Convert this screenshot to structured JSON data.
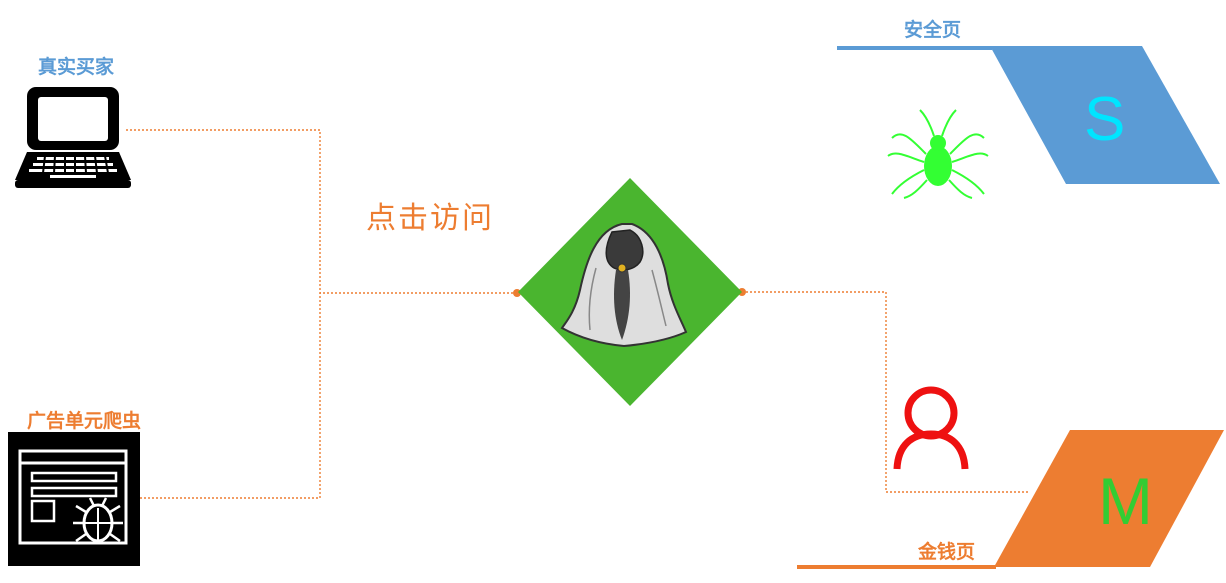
{
  "labels": {
    "real_buyer": "真实买家",
    "ad_crawler": "广告单元爬虫",
    "click_visit": "点击访问",
    "safe_page": "安全页",
    "money_page": "金钱页"
  },
  "pages": {
    "safe_letter": "S",
    "money_letter": "M"
  },
  "colors": {
    "blue": "#5b9bd5",
    "orange": "#ed7d31",
    "green_diamond": "#4ab52f",
    "spider": "#33ff33",
    "person": "#ee1111",
    "safe_letter": "#00e5ff",
    "money_letter": "#33cc33"
  },
  "icons": [
    "laptop-icon",
    "crawler-browser-icon",
    "cloak-icon",
    "spider-icon",
    "person-icon"
  ]
}
